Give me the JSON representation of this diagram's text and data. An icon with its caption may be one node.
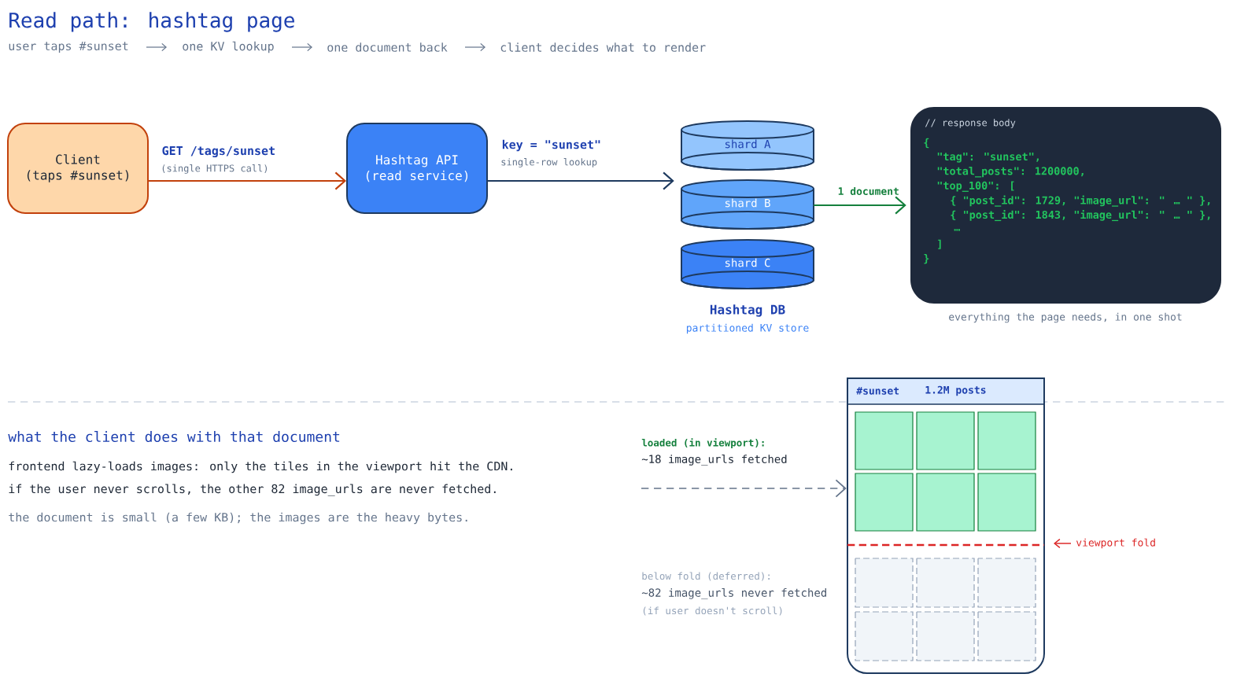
{
  "diagram": {
    "title": "Read path: hashtag page",
    "nodes": [
      {
        "text": [
          "Client",
          "(taps #sunset)"
        ]
      },
      {
        "text": [
          "Hashtag API",
          "(read service)"
        ]
      },
      {
        "text": [
          "shard A"
        ]
      },
      {
        "text": [
          "shard B"
        ]
      },
      {
        "text": [
          "shard C"
        ],
        "beside": [
          "Hashtag DB",
          "partitioned KV store"
        ]
      },
      {
        "text": [
          "// response body",
          "{",
          "\"tag\": \"sunset\",",
          "\"total_posts\": 1200000,",
          "\"top_100\": [",
          "{ \"post_id\": 1729, \"image_url\": \" … \" },",
          "{ \"post_id\": 1843, \"image_url\": \" … \" },",
          "…",
          "]",
          "}"
        ],
        "beside": [
          "everything the page needs, in one shot"
        ]
      },
      {
        "text": [
          "#sunset",
          "1.2M posts"
        ]
      },
      {
        "text": [
          "loaded (in viewport):",
          "~18 image_urls fetched"
        ]
      },
      {
        "text": [
          "viewport fold"
        ]
      }
    ],
    "edges": [
      {
        "from": 0,
        "to": 1,
        "arrow": "to",
        "label": "GET /tags/sunset",
        "color": "#c2410c"
      },
      {
        "from": 1,
        "to": 3,
        "arrow": "to",
        "label": "key = \"sunset\"",
        "color": "#1e3a5f"
      },
      {
        "from": 3,
        "to": 5,
        "arrow": "to",
        "label": "1 document",
        "color": "#15803d"
      },
      {
        "from": 7,
        "to": 6,
        "arrow": "to",
        "style": "dashed",
        "color": "#64748b"
      },
      {
        "from": 8,
        "to": null,
        "arrow": "to",
        "color": "#dc2626"
      }
    ],
    "labels": [
      "user taps #sunset",
      "one KV lookup",
      "one document back",
      "client decides what to render",
      "(single HTTPS call)",
      "single-row lookup",
      "what the client does with that document",
      "frontend lazy-loads images: only the tiles in the viewport hit the CDN.",
      "if the user never scrolls, the other 82 image_urls are never fetched.",
      "the document is small (a few KB); the images are the heavy bytes.",
      "below fold (deferred):",
      "~82 image_urls never fetched",
      "(if user doesn't scroll)"
    ]
  }
}
